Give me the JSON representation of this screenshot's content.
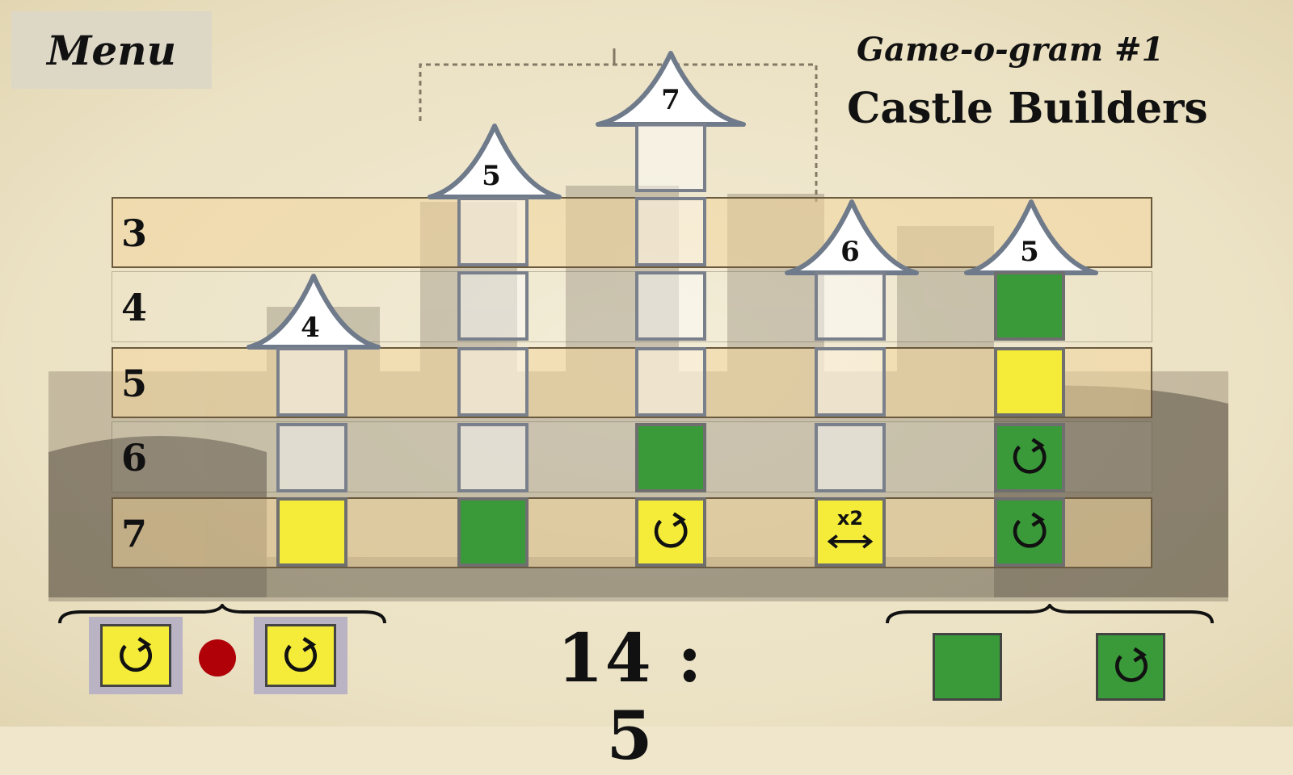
{
  "menu": {
    "label": "Menu"
  },
  "title": {
    "line1": "Game-o-gram #1",
    "line2": "Castle Builders"
  },
  "rows": [
    {
      "number": "3",
      "highlighted": true
    },
    {
      "number": "4",
      "highlighted": false
    },
    {
      "number": "5",
      "highlighted": true
    },
    {
      "number": "6",
      "highlighted": false
    },
    {
      "number": "7",
      "highlighted": true
    }
  ],
  "towers": [
    {
      "roof": "4",
      "cells": [
        "empty",
        "empty",
        "yellow"
      ]
    },
    {
      "roof": "5",
      "cells": [
        "empty",
        "empty",
        "empty",
        "empty",
        "green"
      ]
    },
    {
      "roof": "7",
      "cells": [
        "empty",
        "empty",
        "empty",
        "empty",
        "green",
        "yellow-rotate"
      ]
    },
    {
      "roof": "6",
      "cells": [
        "empty",
        "empty",
        "empty",
        "yellow-x2"
      ]
    },
    {
      "roof": "5",
      "cells": [
        "green",
        "yellow",
        "green-rotate",
        "green-rotate"
      ]
    }
  ],
  "score": {
    "left": "14",
    "separator": ":",
    "right": "5"
  },
  "player_hand": [
    "yellow-rotate",
    "yellow-rotate"
  ],
  "opponent_hand": [
    "green",
    "green-rotate"
  ],
  "x2_label": "x2",
  "colors": {
    "green": "#3a9a3a",
    "yellow": "#f4ec39",
    "red_marker": "#b00008"
  },
  "icons": {
    "rotate": "rotate-icon",
    "swap": "swap-arrow-icon"
  }
}
